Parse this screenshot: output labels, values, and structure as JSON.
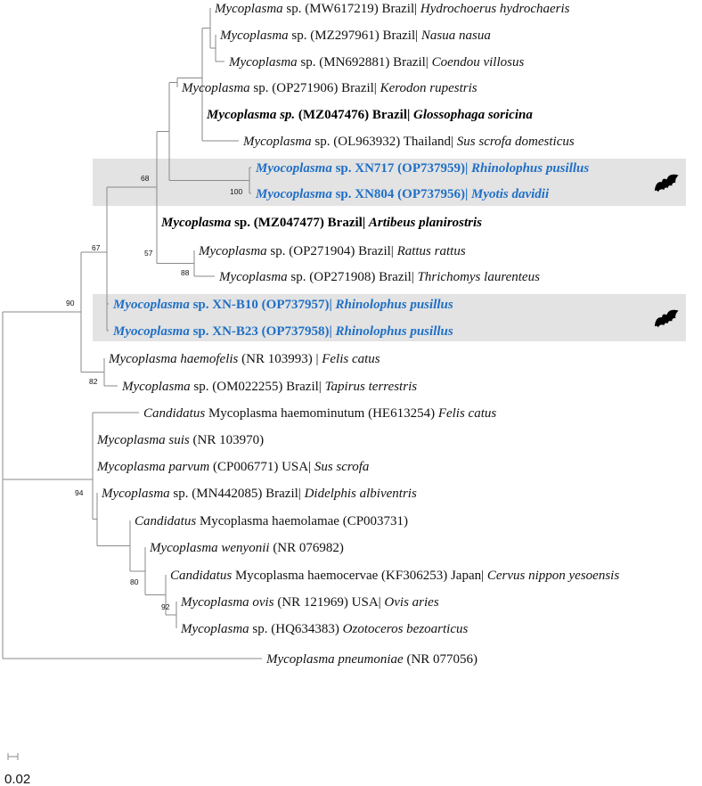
{
  "tree": {
    "leaves": [
      {
        "id": "l1",
        "style": "normal",
        "parts": [
          {
            "t": "Mycoplasma",
            "i": true
          },
          {
            "t": " sp. (MW617219) Brazil| "
          },
          {
            "t": "Hydrochoerus hydrochaeris",
            "i": true
          }
        ]
      },
      {
        "id": "l2",
        "style": "normal",
        "parts": [
          {
            "t": "Mycoplasma",
            "i": true
          },
          {
            "t": " sp. (MZ297961) Brazil| "
          },
          {
            "t": "Nasua nasua",
            "i": true
          }
        ]
      },
      {
        "id": "l3",
        "style": "normal",
        "parts": [
          {
            "t": "Mycoplasma",
            "i": true
          },
          {
            "t": " sp. (MN692881) Brazil| "
          },
          {
            "t": "Coendou villosus",
            "i": true
          }
        ]
      },
      {
        "id": "l4",
        "style": "normal",
        "parts": [
          {
            "t": "Mycoplasma",
            "i": true
          },
          {
            "t": " sp. (OP271906) Brazil| "
          },
          {
            "t": "Kerodon rupestris",
            "i": true
          }
        ]
      },
      {
        "id": "l5",
        "style": "bold",
        "parts": [
          {
            "t": "Mycoplasma sp.",
            "i": true
          },
          {
            "t": " (MZ047476) Brazil| "
          },
          {
            "t": "Glossophaga soricina",
            "i": true
          }
        ]
      },
      {
        "id": "l6",
        "style": "normal",
        "parts": [
          {
            "t": "Mycoplasma",
            "i": true
          },
          {
            "t": " sp. (OL963932) Thailand| "
          },
          {
            "t": "Sus scrofa domesticus",
            "i": true
          }
        ]
      },
      {
        "id": "l7",
        "style": "blue",
        "parts": [
          {
            "t": "Myocoplasma",
            "i": true
          },
          {
            "t": " sp. XN717 (OP737959)| "
          },
          {
            "t": "Rhinolophus pusillus",
            "i": true
          }
        ]
      },
      {
        "id": "l8",
        "style": "blue",
        "parts": [
          {
            "t": "Myocoplasma",
            "i": true
          },
          {
            "t": " sp. XN804 (OP737956)| "
          },
          {
            "t": "Myotis davidii",
            "i": true
          }
        ]
      },
      {
        "id": "l9",
        "style": "bold",
        "parts": [
          {
            "t": "Mycoplasma",
            "i": true
          },
          {
            "t": " sp. (MZ047477) Brazil| "
          },
          {
            "t": "Artibeus planirostris",
            "i": true
          }
        ]
      },
      {
        "id": "l10",
        "style": "normal",
        "parts": [
          {
            "t": "Mycoplasma",
            "i": true
          },
          {
            "t": " sp. (OP271904) Brazil| "
          },
          {
            "t": "Rattus rattus",
            "i": true
          }
        ]
      },
      {
        "id": "l11",
        "style": "normal",
        "parts": [
          {
            "t": "Mycoplasma",
            "i": true
          },
          {
            "t": " sp. (OP271908) Brazil| "
          },
          {
            "t": "Thrichomys laurenteus",
            "i": true
          }
        ]
      },
      {
        "id": "l12",
        "style": "blue",
        "parts": [
          {
            "t": "Myocoplasma",
            "i": true
          },
          {
            "t": " sp. XN-B10 (OP737957)| "
          },
          {
            "t": "Rhinolophus pusillus",
            "i": true
          }
        ]
      },
      {
        "id": "l13",
        "style": "blue",
        "parts": [
          {
            "t": "Myocoplasma",
            "i": true
          },
          {
            "t": " sp. XN-B23 (OP737958)| "
          },
          {
            "t": "Rhinolophus pusillus",
            "i": true
          }
        ]
      },
      {
        "id": "l14",
        "style": "normal",
        "parts": [
          {
            "t": "Mycoplasma haemofelis",
            "i": true
          },
          {
            "t": " (NR 103993) | "
          },
          {
            "t": "Felis catus",
            "i": true
          }
        ]
      },
      {
        "id": "l15",
        "style": "normal",
        "parts": [
          {
            "t": "Mycoplasma",
            "i": true
          },
          {
            "t": " sp. (OM022255) Brazil| "
          },
          {
            "t": "Tapirus terrestris",
            "i": true
          }
        ]
      },
      {
        "id": "l16",
        "style": "normal",
        "parts": [
          {
            "t": "Candidatus",
            "i": true
          },
          {
            "t": " Mycoplasma haemominutum (HE613254) "
          },
          {
            "t": "Felis catus",
            "i": true
          }
        ]
      },
      {
        "id": "l17",
        "style": "normal",
        "parts": [
          {
            "t": "Mycoplasma suis",
            "i": true
          },
          {
            "t": " (NR 103970)"
          }
        ]
      },
      {
        "id": "l18",
        "style": "normal",
        "parts": [
          {
            "t": "Mycoplasma parvum",
            "i": true
          },
          {
            "t": " (CP006771) USA| "
          },
          {
            "t": "Sus scrofa",
            "i": true
          }
        ]
      },
      {
        "id": "l19",
        "style": "normal",
        "parts": [
          {
            "t": "Mycoplasma",
            "i": true
          },
          {
            "t": " sp. (MN442085) Brazil| "
          },
          {
            "t": "Didelphis albiventris",
            "i": true
          }
        ]
      },
      {
        "id": "l20",
        "style": "normal",
        "parts": [
          {
            "t": "Candidatus",
            "i": true
          },
          {
            "t": " Mycoplasma haemolamae (CP003731)"
          }
        ]
      },
      {
        "id": "l21",
        "style": "normal",
        "parts": [
          {
            "t": "Mycoplasma wenyonii",
            "i": true
          },
          {
            "t": " (NR 076982)"
          }
        ]
      },
      {
        "id": "l22",
        "style": "normal",
        "parts": [
          {
            "t": "Candidatus",
            "i": true
          },
          {
            "t": " Mycoplasma haemocervae (KF306253) Japan| "
          },
          {
            "t": "Cervus nippon yesoensis",
            "i": true
          }
        ]
      },
      {
        "id": "l23",
        "style": "normal",
        "parts": [
          {
            "t": "Mycoplasma ovis",
            "i": true
          },
          {
            "t": " (NR 121969) USA| "
          },
          {
            "t": "Ovis aries",
            "i": true
          }
        ]
      },
      {
        "id": "l24",
        "style": "normal",
        "parts": [
          {
            "t": "Mycoplasma",
            "i": true
          },
          {
            "t": " sp. (HQ634383) "
          },
          {
            "t": "Ozotoceros bezoarticus",
            "i": true
          }
        ]
      },
      {
        "id": "l25",
        "style": "normal",
        "parts": [
          {
            "t": "Mycoplasma pneumoniae",
            "i": true
          },
          {
            "t": " (NR 077056)"
          }
        ]
      }
    ],
    "bootstrap": [
      {
        "node": "n68",
        "value": "68"
      },
      {
        "node": "n100",
        "value": "100"
      },
      {
        "node": "n67",
        "value": "67"
      },
      {
        "node": "n57",
        "value": "57"
      },
      {
        "node": "n88",
        "value": "88"
      },
      {
        "node": "n90",
        "value": "90"
      },
      {
        "node": "n82",
        "value": "82"
      },
      {
        "node": "n94",
        "value": "94"
      },
      {
        "node": "n80",
        "value": "80"
      },
      {
        "node": "n92",
        "value": "92"
      }
    ],
    "highlight_groups": [
      {
        "name": "bat-clade-1",
        "leaves": [
          "l7",
          "l8"
        ],
        "icon": "bat-icon"
      },
      {
        "name": "bat-clade-2",
        "leaves": [
          "l12",
          "l13"
        ],
        "icon": "bat-icon"
      }
    ],
    "highlight_color": "#e3e3e3",
    "accent_color": "#1f6fc6"
  },
  "scale_bar": {
    "label": "0.02"
  }
}
